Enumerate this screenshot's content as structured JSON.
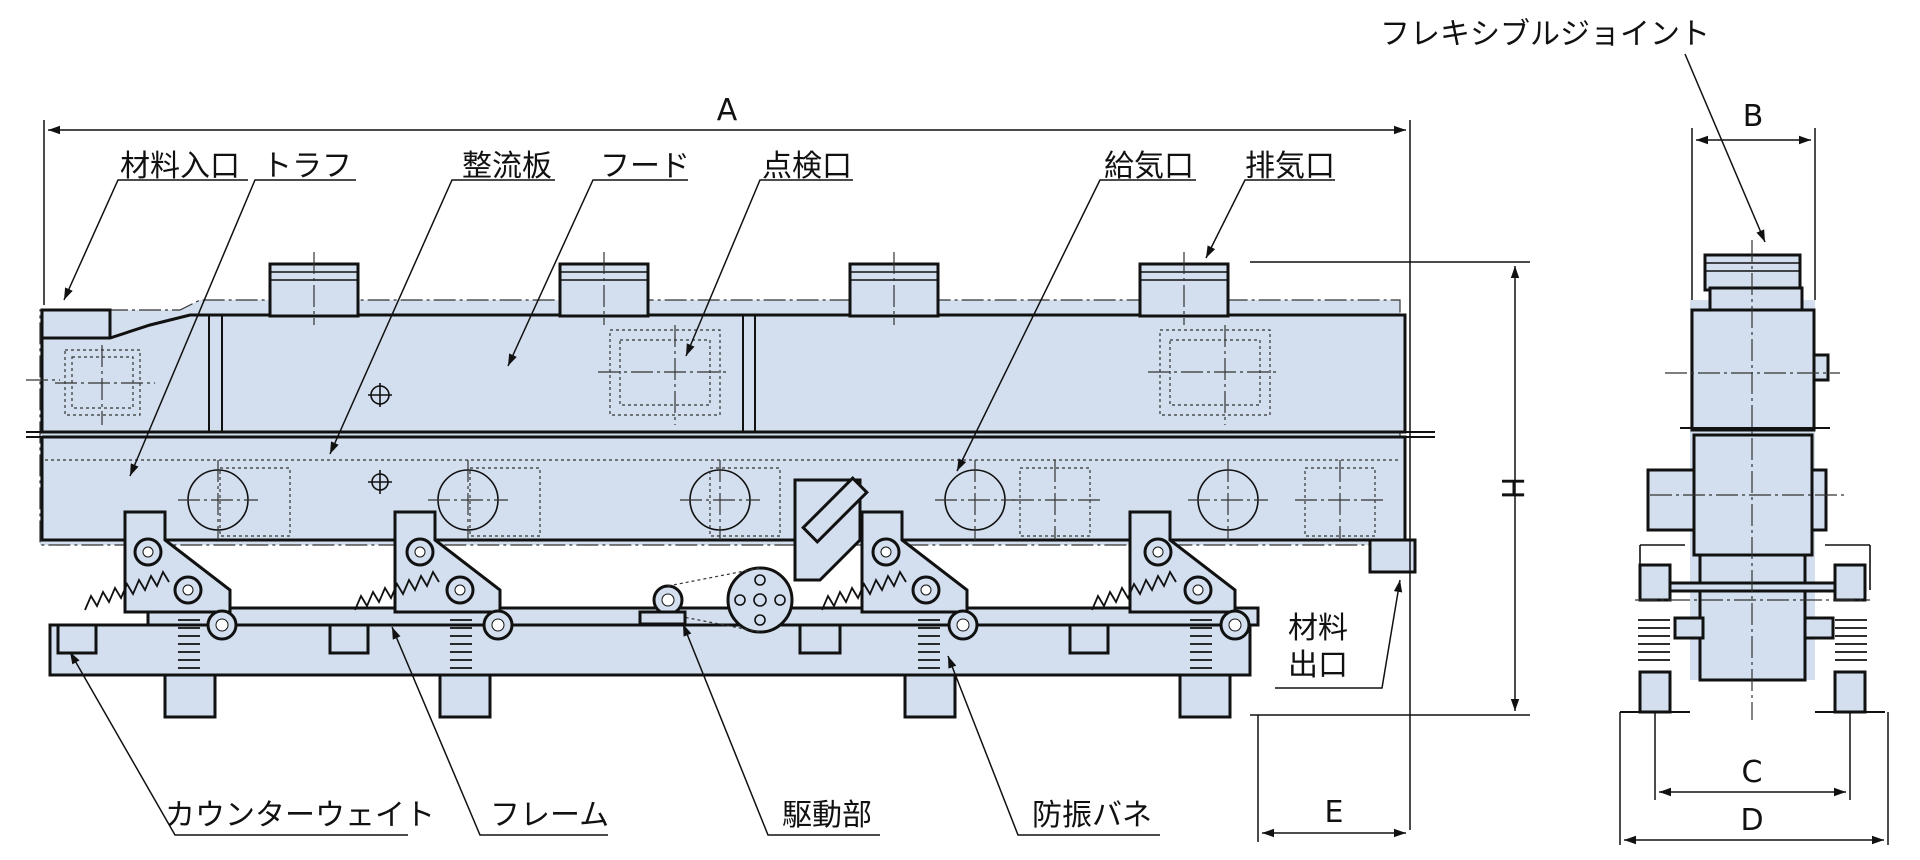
{
  "labels": {
    "material_inlet": "材料入口",
    "trough": "トラフ",
    "rectifier_plate": "整流板",
    "hood": "フード",
    "inspection_port": "点検口",
    "air_supply_port": "給気口",
    "exhaust_port": "排気口",
    "flexible_joint": "フレキシブルジョイント",
    "material_outlet_1": "材料",
    "material_outlet_2": "出口",
    "counterweight": "カウンターウェイト",
    "frame": "フレーム",
    "drive_unit": "駆動部",
    "isolation_spring": "防振バネ"
  },
  "dimensions": {
    "a": "A",
    "b": "B",
    "c": "C",
    "d": "D",
    "e": "E",
    "h": "H"
  },
  "colors": {
    "body_fill": "#d3dfee",
    "line": "#111111"
  }
}
